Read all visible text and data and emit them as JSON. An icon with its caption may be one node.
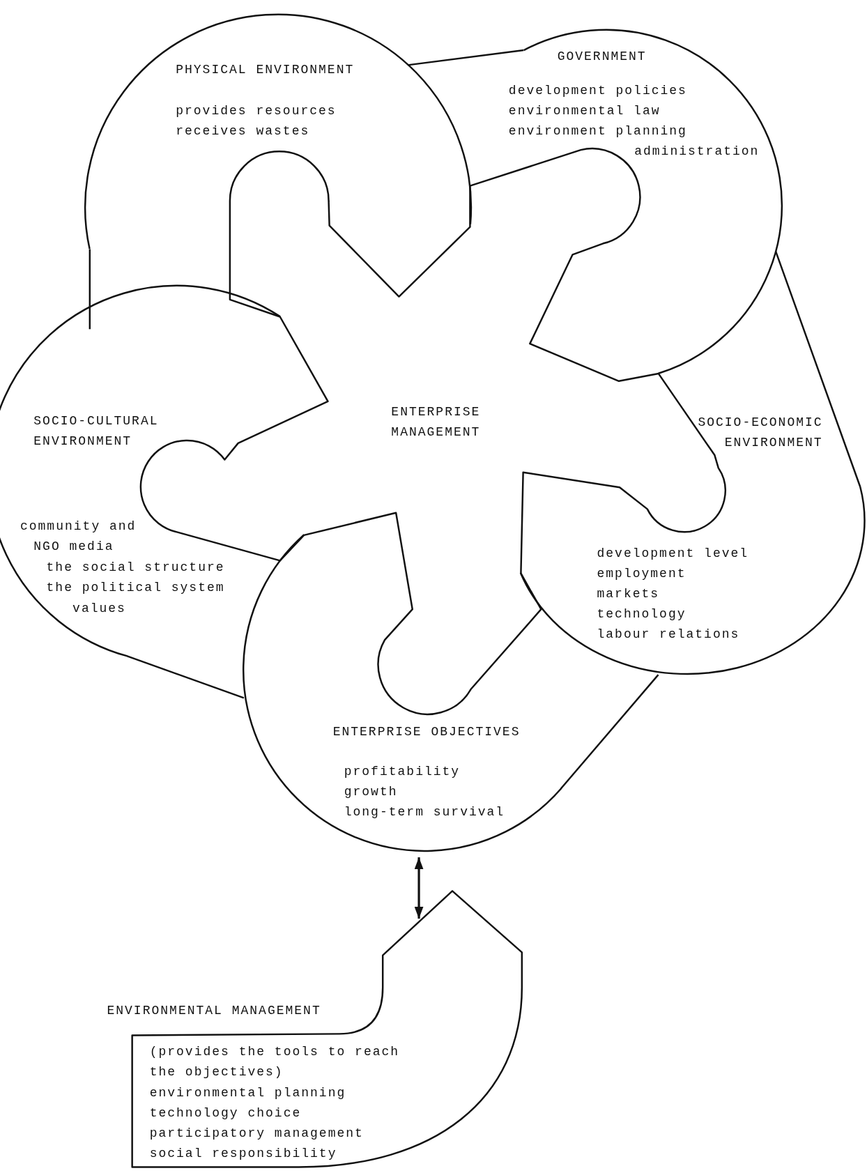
{
  "diagram": {
    "nodes": [
      {
        "text": [
          "PHYSICAL ENVIRONMENT",
          "provides resources",
          "receives wastes"
        ]
      },
      {
        "text": [
          "GOVERNMENT",
          "development policies",
          "environmental law",
          "environment planning administration"
        ]
      },
      {
        "text": [
          "SOCIO-CULTURAL ENVIRONMENT",
          "community and",
          "NGO media",
          "the social structure",
          "the political system",
          "values"
        ]
      },
      {
        "text": [
          "ENTERPRISE MANAGEMENT"
        ]
      },
      {
        "text": [
          "SOCIO-ECONOMIC ENVIRONMENT",
          "development level",
          "employment",
          "markets",
          "technology",
          "labour relations"
        ]
      },
      {
        "text": [
          "ENTERPRISE OBJECTIVES",
          "profitability",
          "growth",
          "long-term survival"
        ]
      },
      {
        "text": [
          "ENVIRONMENTAL MANAGEMENT",
          "(provides the tools to reach the objectives)",
          "environmental planning",
          "technology choice",
          "participatory management",
          "social responsibility"
        ]
      }
    ],
    "edges": [
      {
        "from": 0,
        "to": 1,
        "arrow": "none"
      },
      {
        "from": 1,
        "to": 4,
        "arrow": "none"
      },
      {
        "from": 4,
        "to": 5,
        "arrow": "none"
      },
      {
        "from": 5,
        "to": 2,
        "arrow": "none"
      },
      {
        "from": 2,
        "to": 0,
        "arrow": "none"
      },
      {
        "from": 5,
        "to": 6,
        "arrow": "both"
      }
    ]
  }
}
